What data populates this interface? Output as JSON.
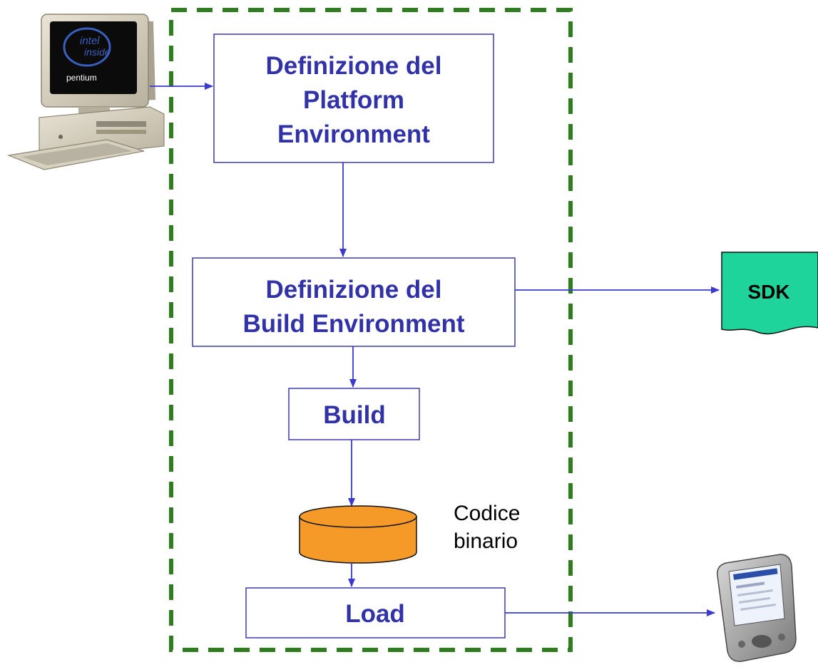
{
  "diagram": {
    "box_platform": {
      "line1": "Definizione del",
      "line2": "Platform",
      "line3": "Environment"
    },
    "box_build_env": {
      "line1": "Definizione del",
      "line2": "Build Environment"
    },
    "box_build": {
      "label": "Build"
    },
    "storage_label": {
      "line1": "Codice",
      "line2": "binario"
    },
    "box_load": {
      "label": "Load"
    },
    "sdk_label": "SDK",
    "pc_brand": {
      "line1": "intel",
      "line2": "inside",
      "line3": "pentium"
    }
  },
  "colors": {
    "dashed_frame": "#2e7d1e",
    "box_stroke": "#3a3ab0",
    "box_text": "#3232a8",
    "arrow": "#3a3ad0",
    "sdk_fill": "#1fd49a",
    "cylinder_fill": "#f59a28"
  }
}
